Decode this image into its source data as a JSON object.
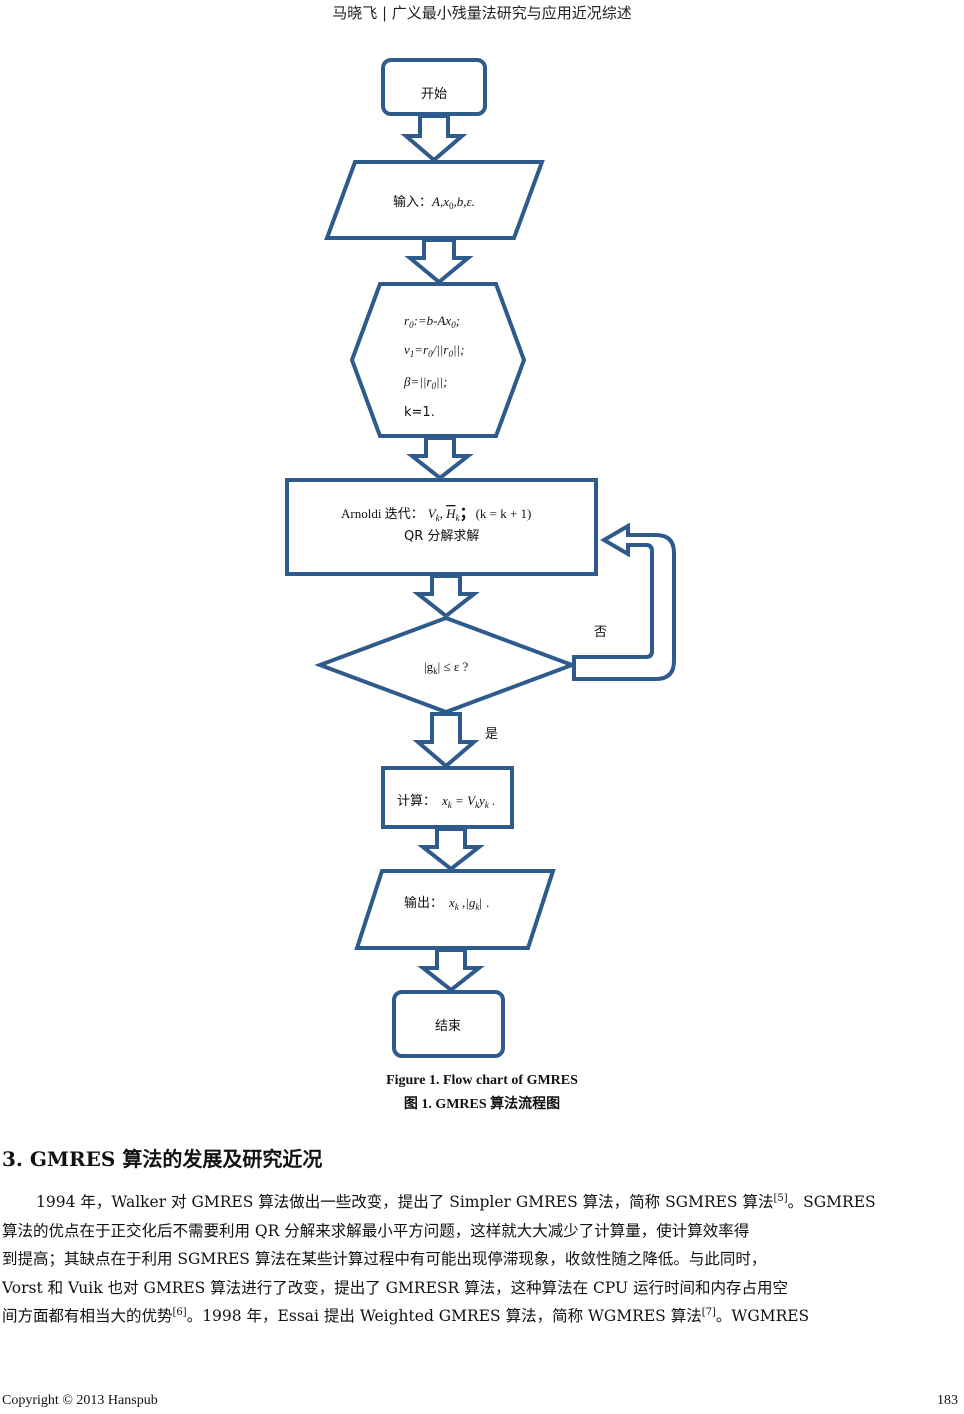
{
  "header": {
    "text": "马晓飞 | 广义最小残量法研究与应用近况综述"
  },
  "flowchart": {
    "start": "开始",
    "input": {
      "prefix": "输入：",
      "math": "A,x",
      "sub0": "0",
      "rest": ",b,ε."
    },
    "init": {
      "line1": {
        "a": "r",
        "s1": "0",
        "b": ":=b-Ax",
        "s2": "0",
        "c": ";"
      },
      "line2": {
        "a": "v",
        "s1": "1",
        "b": "=r",
        "s2": "0",
        "c": "/||r",
        "s3": "0",
        "d": "||;"
      },
      "line3": {
        "a": "β=||r",
        "s1": "0",
        "b": "||;"
      },
      "line4": "k=1."
    },
    "arnoldi": {
      "prefix": "Arnoldi 迭代：",
      "v": "V",
      "h": "H",
      "sub": "k",
      "sep": "；",
      "suffix": "(k = k + 1)",
      "line2": "QR 分解求解"
    },
    "decision": {
      "a": "|g",
      "s1": "k",
      "b": "| ≤ ε ?"
    },
    "no_label": "否",
    "yes_label": "是",
    "compute": {
      "prefix": "计算：",
      "x": "x",
      "eq": " = V",
      "y": "y",
      "sub": "k",
      "end": "."
    },
    "output": {
      "prefix": "输出：",
      "x": "x",
      "sep": " ,",
      "g": "|g",
      "sub": "k",
      "gend": "|",
      "end": "."
    },
    "end": "结束"
  },
  "caption": {
    "en": "Figure 1. Flow chart of GMRES",
    "zh": "图 1. GMRES 算法流程图"
  },
  "section": {
    "heading": "3. GMRES 算法的发展及研究近况"
  },
  "paragraph": {
    "l1a": "1994 年，Walker 对 GMRES 算法做出一些改变，提出了 Simpler GMRES 算法，简称 SGMRES 算法",
    "ref5": "[5]",
    "l1b": "。SGMRES",
    "l2": "算法的优点在于正交化后不需要利用 QR 分解来求解最小平方问题，这样就大大减少了计算量，使计算效率得",
    "l3": "到提高；其缺点在于利用 SGMRES 算法在某些计算过程中有可能出现停滞现象，收敛性随之降低。与此同时，",
    "l4": "Vorst 和 Vuik 也对 GMRES 算法进行了改变，提出了 GMRESR 算法，这种算法在 CPU 运行时间和内存占用空",
    "l5a": "间方面都有相当大的优势",
    "ref6": "[6]",
    "l5b": "。1998 年，Essai 提出 Weighted GMRES 算法，简称 WGMRES 算法",
    "ref7": "[7]",
    "l5c": "。WGMRES"
  },
  "footer": {
    "copyright": "Copyright © 2013 Hanspub",
    "page": "183"
  },
  "colors": {
    "stroke": "#2f5b8c",
    "text": "#111111"
  }
}
